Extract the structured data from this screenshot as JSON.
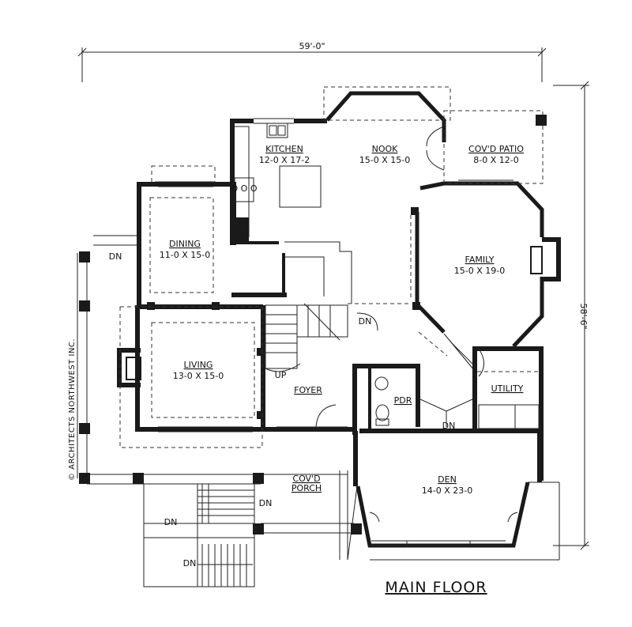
{
  "title": "MAIN FLOOR",
  "credit": "© ARCHITECTS NORTHWEST INC.",
  "dimensions": {
    "width": "59'-0\"",
    "depth": "58'-6\""
  },
  "rooms": {
    "kitchen": {
      "name": "KITCHEN",
      "size": "12-0 X 17-2"
    },
    "nook": {
      "name": "NOOK",
      "size": "15-0 X 15-0"
    },
    "patio": {
      "name": "COV'D PATIO",
      "size": "8-0 X 12-0"
    },
    "dining": {
      "name": "DINING",
      "size": "11-0 X 15-0"
    },
    "family": {
      "name": "FAMILY",
      "size": "15-0 X 19-0"
    },
    "living": {
      "name": "LIVING",
      "size": "13-0 X 15-0"
    },
    "foyer": {
      "name": "FOYER"
    },
    "pdr": {
      "name": "PDR"
    },
    "utility": {
      "name": "UTILITY"
    },
    "porch": {
      "line1": "COV'D",
      "line2": "PORCH"
    },
    "den": {
      "name": "DEN",
      "size": "14-0 X 23-0"
    }
  },
  "stair_labels": {
    "dn": "DN",
    "up": "UP"
  },
  "appliance_labels": {
    "wall_oven": "O O O"
  }
}
